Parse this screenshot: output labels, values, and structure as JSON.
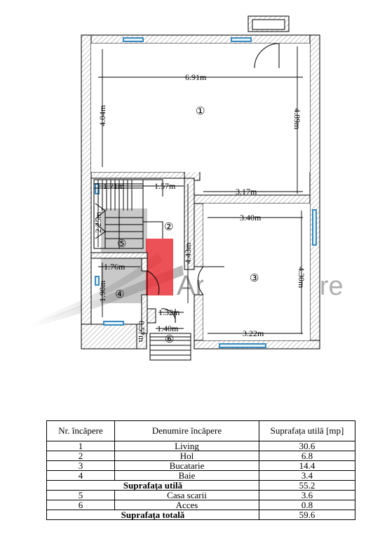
{
  "plan": {
    "dimensions": {
      "d_691": "6.91m",
      "d_404": "4.04m",
      "d_489": "4.89m",
      "d_171": "1.71m",
      "d_157": "1.57m",
      "d_317": "3.17m",
      "d_225": "2.25m",
      "d_340": "3.40m",
      "d_443": "4.43m",
      "d_430": "4.30m",
      "d_176": "1.76m",
      "d_198": "1.98m",
      "d_132": "1.32m",
      "d_140": "1.40m",
      "d_057": "0.57m",
      "d_322": "3.22m"
    },
    "rooms": {
      "r1": "①",
      "r2": "②",
      "r3": "③",
      "r4": "④",
      "r5": "⑤",
      "r6": "⑥"
    },
    "watermark": {
      "brand": "Art",
      "suffix": "imobiliare"
    }
  },
  "table": {
    "headers": [
      "Nr. încăpere",
      "Denumire încăpere",
      "Suprafața utilă [mp]"
    ],
    "rooms": [
      {
        "nr": "1",
        "name": "Living",
        "area": "30.6"
      },
      {
        "nr": "2",
        "name": "Hol",
        "area": "6.8"
      },
      {
        "nr": "3",
        "name": "Bucatarie",
        "area": "14.4"
      },
      {
        "nr": "4",
        "name": "Baie",
        "area": "3.4"
      }
    ],
    "useful_total": {
      "label": "Suprafața utilă",
      "value": "55.2"
    },
    "extra": [
      {
        "nr": "5",
        "name": "Casa scarii",
        "area": "3.6"
      },
      {
        "nr": "6",
        "name": "Acces",
        "area": "0.8"
      }
    ],
    "total": {
      "label": "Suprafața totală",
      "value": "59.6"
    }
  }
}
